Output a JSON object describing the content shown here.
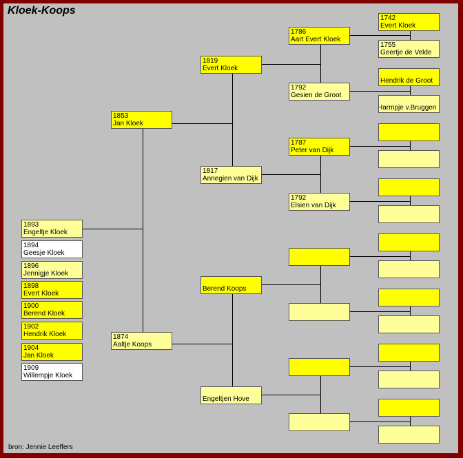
{
  "title": "Kloek-Koops",
  "source": "bron: Jennie Leeffers",
  "colors": {
    "frame": "#800000",
    "background": "#c0c0c0",
    "yellow": "#ffff00",
    "light_yellow": "#ffff99",
    "white": "#ffffff"
  },
  "children": [
    {
      "year": "1893",
      "name": "Engeltje Kloek"
    },
    {
      "year": "1894",
      "name": "Geesje Kloek"
    },
    {
      "year": "1896",
      "name": "Jennigje Kloek"
    },
    {
      "year": "1898",
      "name": "Evert Kloek"
    },
    {
      "year": "1900",
      "name": "Berend Kloek"
    },
    {
      "year": "1902",
      "name": "Hendrik Kloek"
    },
    {
      "year": "1904",
      "name": "Jan Kloek"
    },
    {
      "year": "1909",
      "name": "Willempje Kloek"
    }
  ],
  "parents": [
    {
      "year": "1853",
      "name": "Jan Kloek"
    },
    {
      "year": "1874",
      "name": "Aaltje Koops"
    }
  ],
  "grandparents": [
    {
      "year": "1819",
      "name": "Evert Kloek"
    },
    {
      "year": "1817",
      "name": "Annegien van Dijk"
    },
    {
      "year": "",
      "name": "Berend Koops"
    },
    {
      "year": "",
      "name": "Engeltjen Hove"
    }
  ],
  "great_grandparents": [
    {
      "year": "1786",
      "name": "Aart Evert Kloek"
    },
    {
      "year": "1792",
      "name": "Gesien de Groot"
    },
    {
      "year": "1787",
      "name": "Peter van Dijk"
    },
    {
      "year": "1792",
      "name": "Elsien van Dijk"
    },
    {
      "year": "",
      "name": ""
    },
    {
      "year": "",
      "name": ""
    },
    {
      "year": "",
      "name": ""
    },
    {
      "year": "",
      "name": ""
    }
  ],
  "great_great_grandparents": [
    {
      "year": "1742",
      "name": "Evert Kloek"
    },
    {
      "year": "1755",
      "name": "Geertje de Velde"
    },
    {
      "year": "",
      "name": "Hendrik de Groot"
    },
    {
      "year": "",
      "name": "Harmpje v.Bruggen"
    },
    {
      "year": "",
      "name": ""
    },
    {
      "year": "",
      "name": ""
    },
    {
      "year": "",
      "name": ""
    },
    {
      "year": "",
      "name": ""
    },
    {
      "year": "",
      "name": ""
    },
    {
      "year": "",
      "name": ""
    },
    {
      "year": "",
      "name": ""
    },
    {
      "year": "",
      "name": ""
    },
    {
      "year": "",
      "name": ""
    },
    {
      "year": "",
      "name": ""
    },
    {
      "year": "",
      "name": ""
    },
    {
      "year": "",
      "name": ""
    }
  ]
}
